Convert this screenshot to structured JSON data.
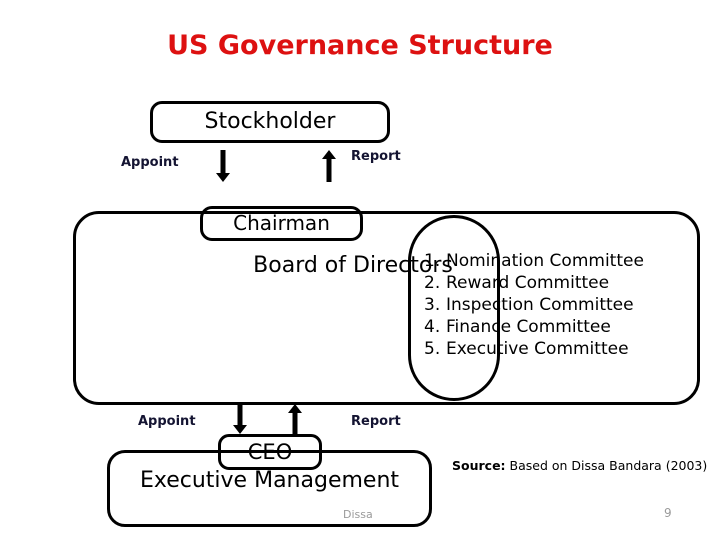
{
  "slide": {
    "title": "US Governance Structure",
    "title_color": "#DD1111",
    "page_number": "9",
    "watermark": "Dissa"
  },
  "nodes": {
    "stockholder": "Stockholder",
    "chairman": "Chairman",
    "board": "Board of Directors",
    "ceo": "CEO",
    "executive_management": "Executive Management"
  },
  "relations": {
    "appoint_top": "Appoint",
    "report_top": "Report",
    "appoint_bottom": "Appoint",
    "report_bottom": "Report"
  },
  "committees": [
    {
      "num": "1.",
      "name": "Nomination Committee"
    },
    {
      "num": "2.",
      "name": "Reward Committee"
    },
    {
      "num": "3.",
      "name": "Inspection Committee"
    },
    {
      "num": "4.",
      "name": "Finance Committee"
    },
    {
      "num": "5.",
      "name": "Executive Committee"
    }
  ],
  "source": {
    "label": "Source:",
    "text": " Based on Dissa Bandara (2003)"
  }
}
